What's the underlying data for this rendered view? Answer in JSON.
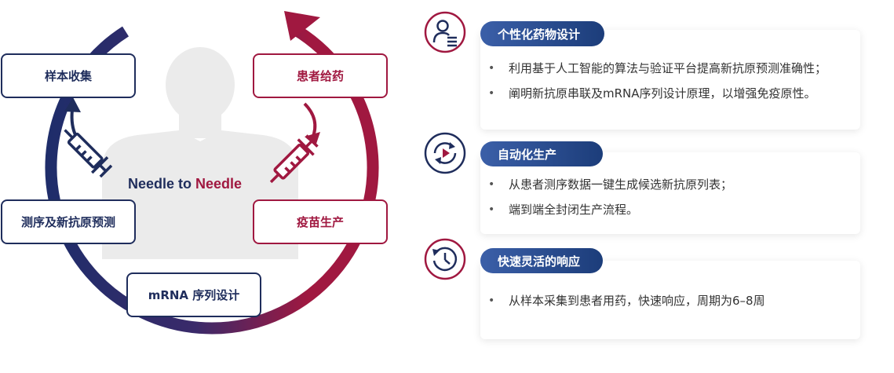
{
  "cycle": {
    "center_text_part1": "Needle to ",
    "center_text_part2": "Needle",
    "steps": {
      "sample_collection": "样本收集",
      "sequencing_prediction": "测序及新抗原预测",
      "mrna_design": "mRNA 序列设计",
      "vaccine_production": "疫苗生产",
      "patient_dosing": "患者给药"
    }
  },
  "features": [
    {
      "title": "个性化药物设计",
      "icon": "person-list-icon",
      "bullets": [
        "利用基于人工智能的算法与验证平台提高新抗原预测准确性；",
        "阐明新抗原串联及mRNA序列设计原理，以增强免疫原性。"
      ]
    },
    {
      "title": "自动化生产",
      "icon": "automation-cycle-icon",
      "bullets": [
        "从患者测序数据一键生成候选新抗原列表；",
        " 端到端全封闭生产流程。"
      ]
    },
    {
      "title": "快速灵活的响应",
      "icon": "clock-icon",
      "bullets": [
        "从样本采集到患者用药，快速响应，周期为6–8周"
      ]
    }
  ],
  "colors": {
    "navy": "#1f2d5c",
    "crimson": "#a01840"
  }
}
